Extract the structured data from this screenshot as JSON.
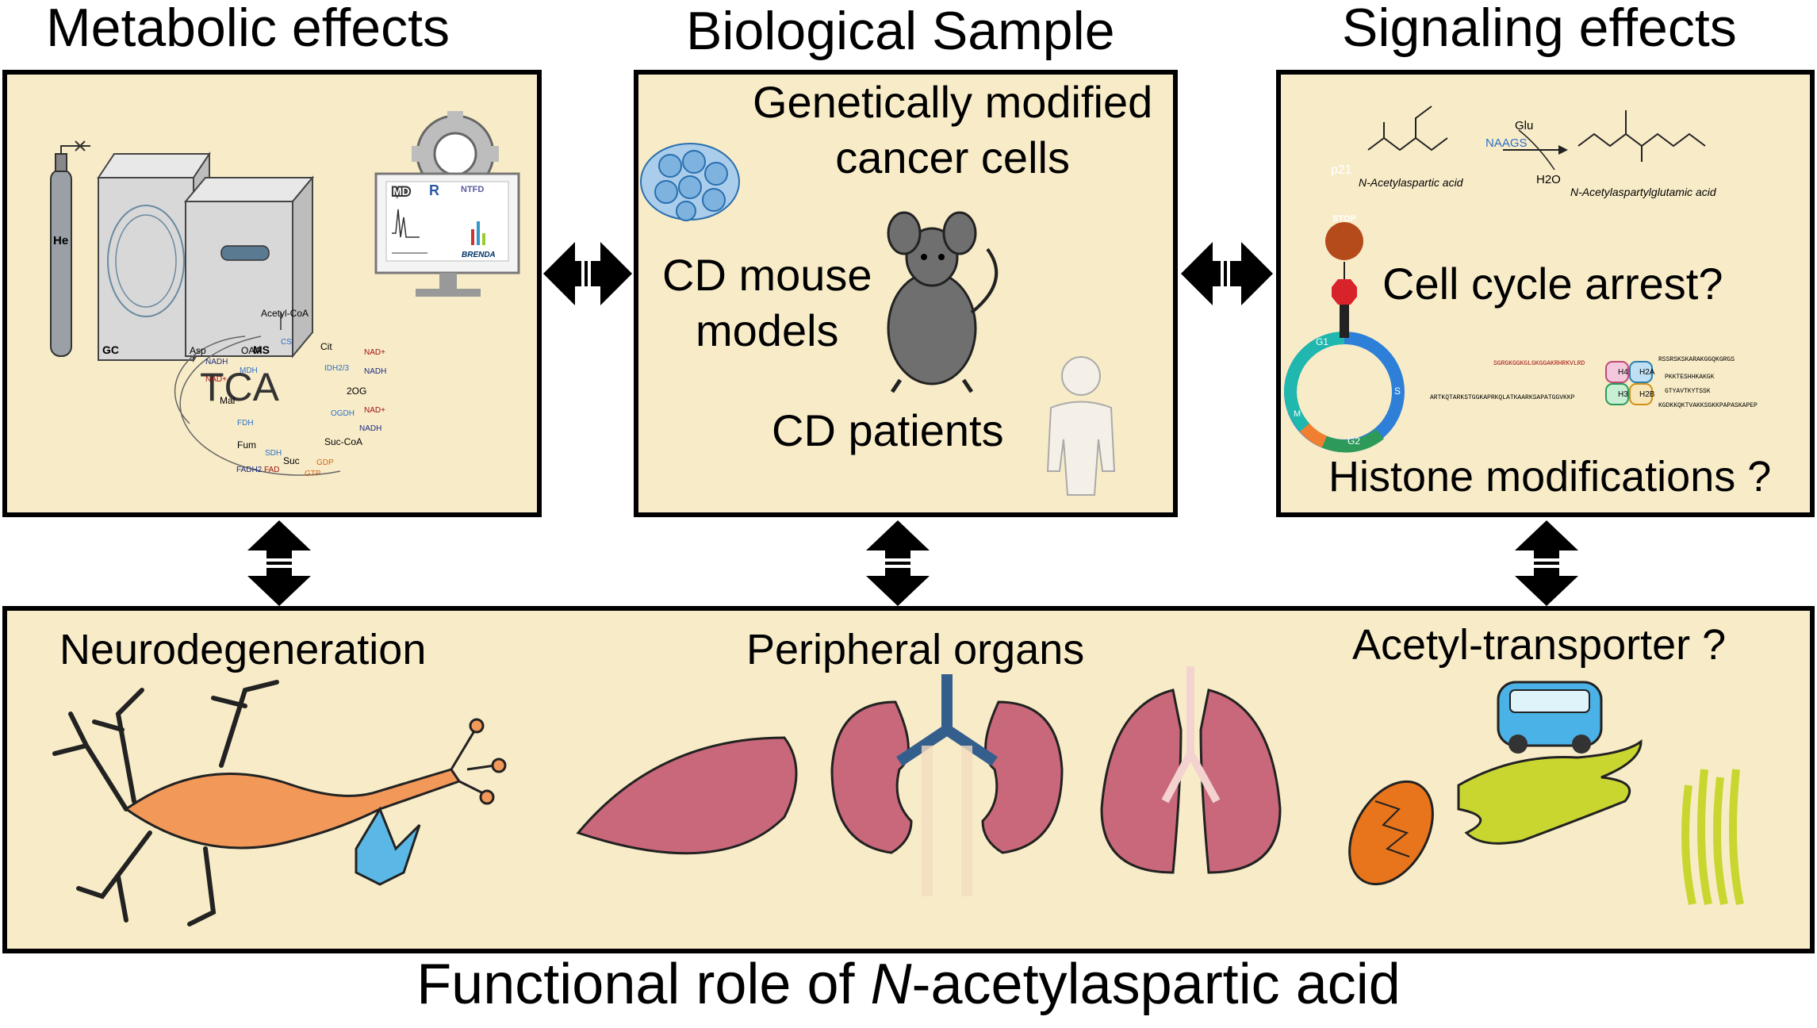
{
  "headings": {
    "metabolic": "Metabolic effects",
    "biological": "Biological Sample",
    "signaling": "Signaling effects"
  },
  "metabolic": {
    "gas_label": "He",
    "gc_label": "GC",
    "ms_label": "MS",
    "software": [
      "MD",
      "R",
      "NTFD",
      "BRENDA"
    ],
    "tca": {
      "center": "TCA",
      "metabolites": [
        "Acetyl-CoA",
        "Cit",
        "2OG",
        "Suc-CoA",
        "Suc",
        "Fum",
        "Mal",
        "OAA",
        "Asp"
      ],
      "enzymes": [
        "CS",
        "IDH2/3",
        "OGDH",
        "SDH",
        "FDH",
        "MDH"
      ],
      "cofactors": [
        "NAD+",
        "NADH",
        "NAD+",
        "NADH",
        "GDP",
        "GTP",
        "FAD",
        "FADH2",
        "NADH",
        "NAD+"
      ]
    }
  },
  "biological": {
    "cells": "Genetically modified\ncancer cells",
    "mouse": "CD mouse\nmodels",
    "patients": "CD patients"
  },
  "signaling": {
    "reaction": {
      "substrate": "N-Acetylaspartic acid",
      "enzyme": "NAAGS",
      "cosubstrate": "Glu",
      "byproduct": "H2O",
      "product": "N-Acetylaspartylglutamic acid"
    },
    "p21": "p21",
    "stop": "STOP",
    "cell_cycle": "Cell cycle arrest?",
    "phases": [
      "G1",
      "S",
      "G2",
      "M"
    ],
    "histones": [
      "H4",
      "H2A",
      "H3",
      "H2B"
    ],
    "sequences": [
      "SGRGKGGKGLGKGGAKRHRKVLRD",
      "RSSRSKSKARAKGGQKGRGS",
      "PKKTESHHKAKGK",
      "GTYAVTKYTSSK",
      "ARTKQTARKSTGGKAPRKQLATKAARKSAPATGGVKKP",
      "KGDKKQKTVAKKSGKKPAPASKAPEP"
    ],
    "histone_mods": "Histone modifications ?"
  },
  "bottom": {
    "neuro": "Neurodegeneration",
    "peripheral": "Peripheral organs",
    "acetyl": "Acetyl-transporter ?"
  },
  "footer": {
    "prefix": "Functional role of ",
    "italic": "N",
    "suffix": "-acetylaspartic acid"
  },
  "colors": {
    "panel": "#f8ecc8",
    "neuron": "#f2995a",
    "astrocyte": "#5bb8e6",
    "organ": "#c9687a",
    "ureter": "#345f8c",
    "mitochondrion": "#e8741c",
    "er": "#c9d630"
  }
}
